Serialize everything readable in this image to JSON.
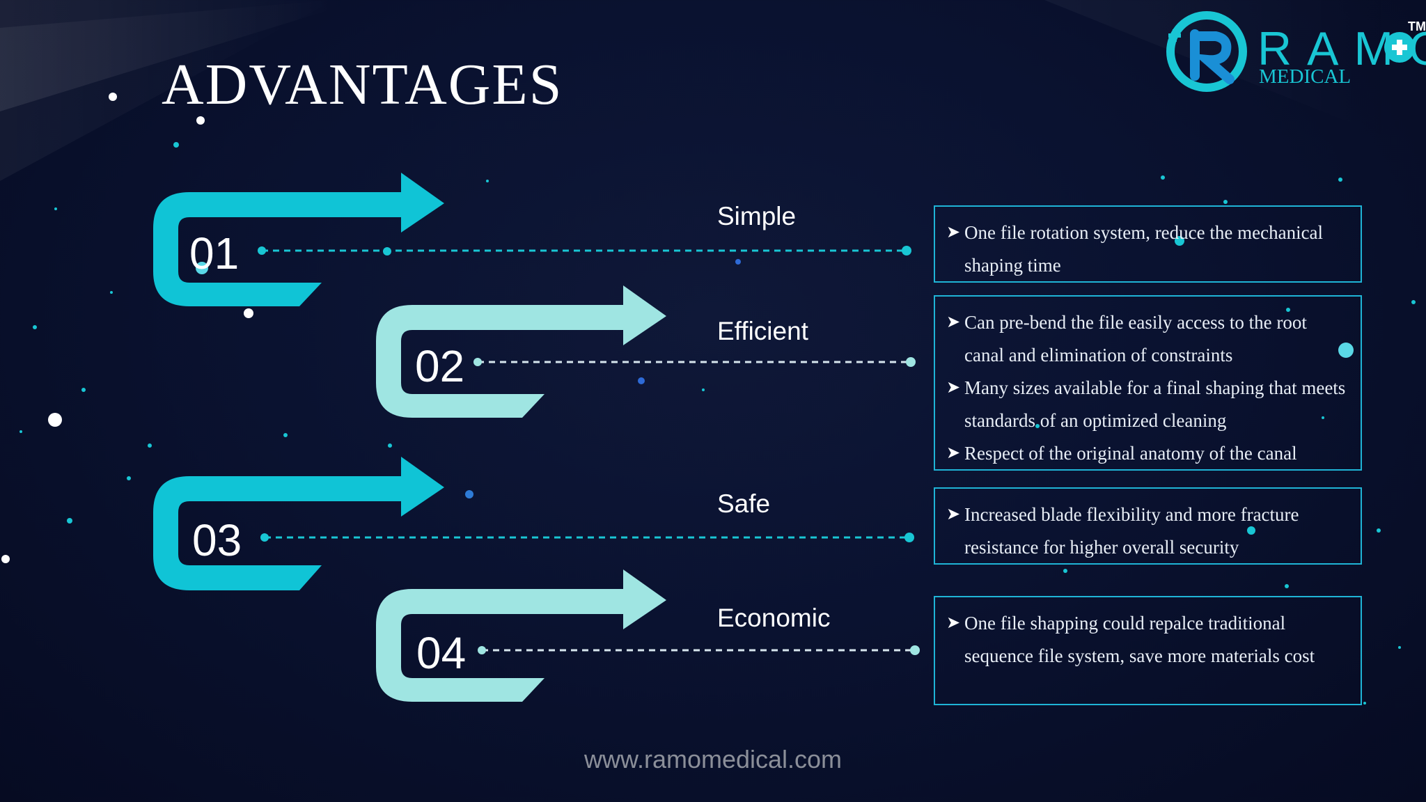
{
  "slide": {
    "title": "ADVANTAGES",
    "footer_url": "www.ramomedical.com"
  },
  "logo": {
    "word": "RAMO",
    "sub": "MEDICAL",
    "trademark": "TM",
    "brand_color": "#19c6d4"
  },
  "colors": {
    "arrow_dark": "#10c4d6",
    "arrow_light": "#9fe5e2",
    "box_border": "#1fb4d6",
    "background": "#0a1230"
  },
  "items": [
    {
      "number": "01",
      "label": "Simple",
      "bullets": [
        "One file rotation system, reduce the mechanical shaping time"
      ]
    },
    {
      "number": "02",
      "label": "Efficient",
      "bullets": [
        "Can pre-bend the file easily access to the root canal and elimination of constraints",
        "Many sizes available for a final shaping that meets standards of an optimized cleaning",
        "Respect of the original anatomy of the canal"
      ]
    },
    {
      "number": "03",
      "label": "Safe",
      "bullets": [
        "Increased blade flexibility and more fracture resistance for higher overall security"
      ]
    },
    {
      "number": "04",
      "label": "Economic",
      "bullets": [
        "One file shapping could repalce traditional sequence file system, save more materials cost"
      ]
    }
  ]
}
